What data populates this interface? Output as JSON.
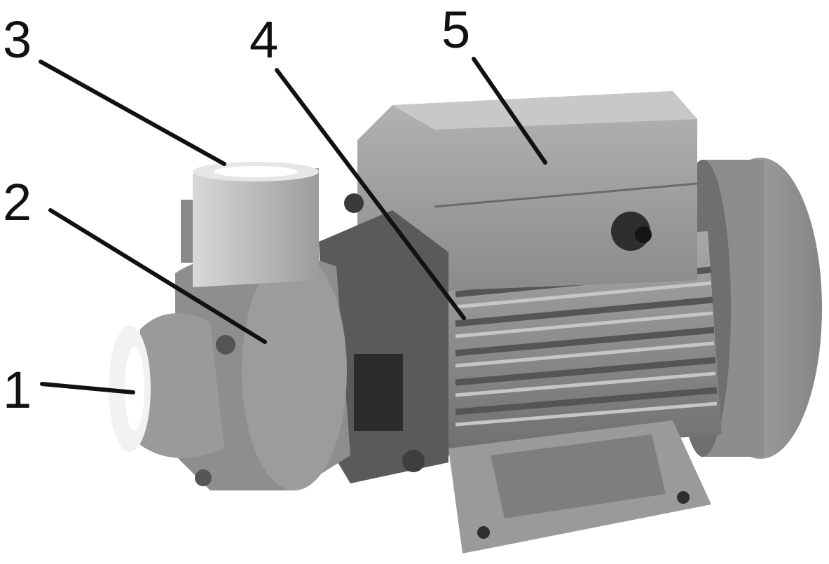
{
  "labels": {
    "l1": "1",
    "l2": "2",
    "l3": "3",
    "l4": "4",
    "l5": "5"
  },
  "colors": {
    "leader_line": "#111111",
    "pump_body": "#8f8f8f",
    "pump_dark": "#4a4a4a",
    "pump_light": "#c2c2c2"
  }
}
